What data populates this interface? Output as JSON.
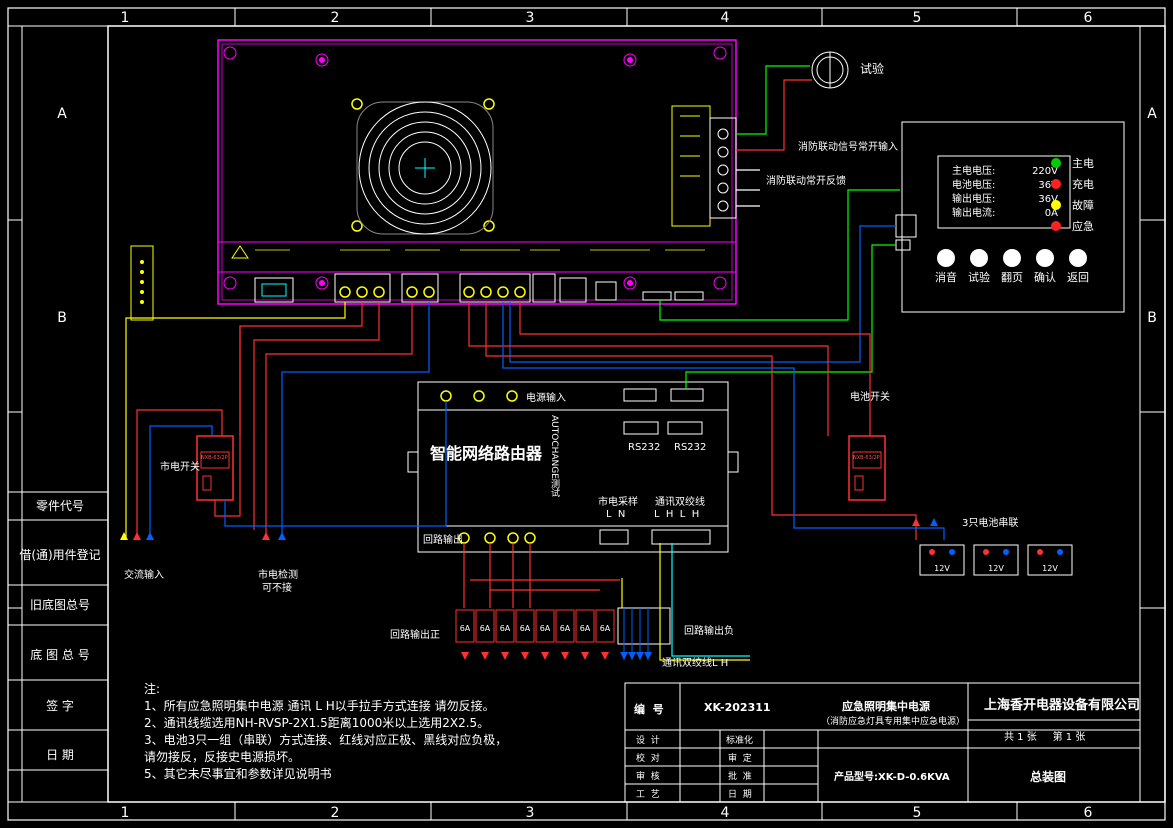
{
  "frame": {
    "col_numbers": [
      "1",
      "2",
      "3",
      "4",
      "5",
      "6"
    ],
    "row_letters": [
      "A",
      "B"
    ],
    "left_titles": [
      "零件代号",
      "借(通)用件登记",
      "旧底图总号",
      "底 图 总 号",
      "签  字",
      "日  期"
    ]
  },
  "labels": {
    "test": "试验",
    "fire_signal_in": "消防联动信号常开输入",
    "fire_feedback": "消防联动常开反馈",
    "power_input": "电源输入",
    "router_name": "智能网络路由器",
    "router_side": "AUTOCHANGE测试",
    "rs232_a": "RS232",
    "rs232_b": "RS232",
    "mains_sample": "市电采样",
    "mains_ln": "L  N",
    "comm_twisted": "通讯双绞线",
    "comm_lhlh": "L  H  L  H",
    "loop_output": "回路输出",
    "loop_out_pos": "回路输出正",
    "loop_out_neg": "回路输出负",
    "comm_twisted_lh": "通讯双绞线L H",
    "mains_switch": "市电开关",
    "ac_input": "交流输入",
    "mains_detect": "市电检测",
    "mains_detect_2": "可不接",
    "battery_switch": "电池开关",
    "battery_series": "3只电池串联",
    "battery_v": "12V",
    "breaker_6a": "6A",
    "breaker_model": "NXB-63/2P"
  },
  "panel": {
    "rows": [
      {
        "label": "主电电压:",
        "value": "220V"
      },
      {
        "label": "电池电压:",
        "value": "36V"
      },
      {
        "label": "输出电压:",
        "value": "36V"
      },
      {
        "label": "输出电流:",
        "value": "0A"
      }
    ],
    "status": [
      {
        "label": "主电",
        "color": "#00cc00"
      },
      {
        "label": "充电",
        "color": "#ff2020"
      },
      {
        "label": "故障",
        "color": "#ffff00"
      },
      {
        "label": "应急",
        "color": "#ff2020"
      }
    ],
    "buttons": [
      "消音",
      "试验",
      "翻页",
      "确认",
      "返回"
    ]
  },
  "notes": {
    "title": "注:",
    "lines": [
      "1、所有应急照明集中电源 通讯 L H以手拉手方式连接 请勿反接。",
      "2、通讯线缆选用NH-RVSP-2X1.5距离1000米以上选用2X2.5。",
      "3、电池3只一组（串联）方式连接、红线对应正极、黑线对应负极，",
      "   请勿接反，反接史电源损坏。",
      "5、其它未尽事宜和参数详见说明书"
    ]
  },
  "title_block": {
    "number_label": "编  号",
    "number_value": "XK-202311",
    "product_title": "应急照明集中电源",
    "product_subtitle": "（消防应急灯具专用集中应急电源）",
    "company": "上海香开电器设备有限公司",
    "sheets": "共 1 张     第 1 张",
    "design": "设  计",
    "standardize": "标准化",
    "check": "校  对",
    "review": "审  定",
    "audit": "审  核",
    "approve": "批  准",
    "craft": "工  艺",
    "date": "日  期",
    "model": "产品型号:XK-D-0.6KVA",
    "drawing_name": "总装图"
  }
}
